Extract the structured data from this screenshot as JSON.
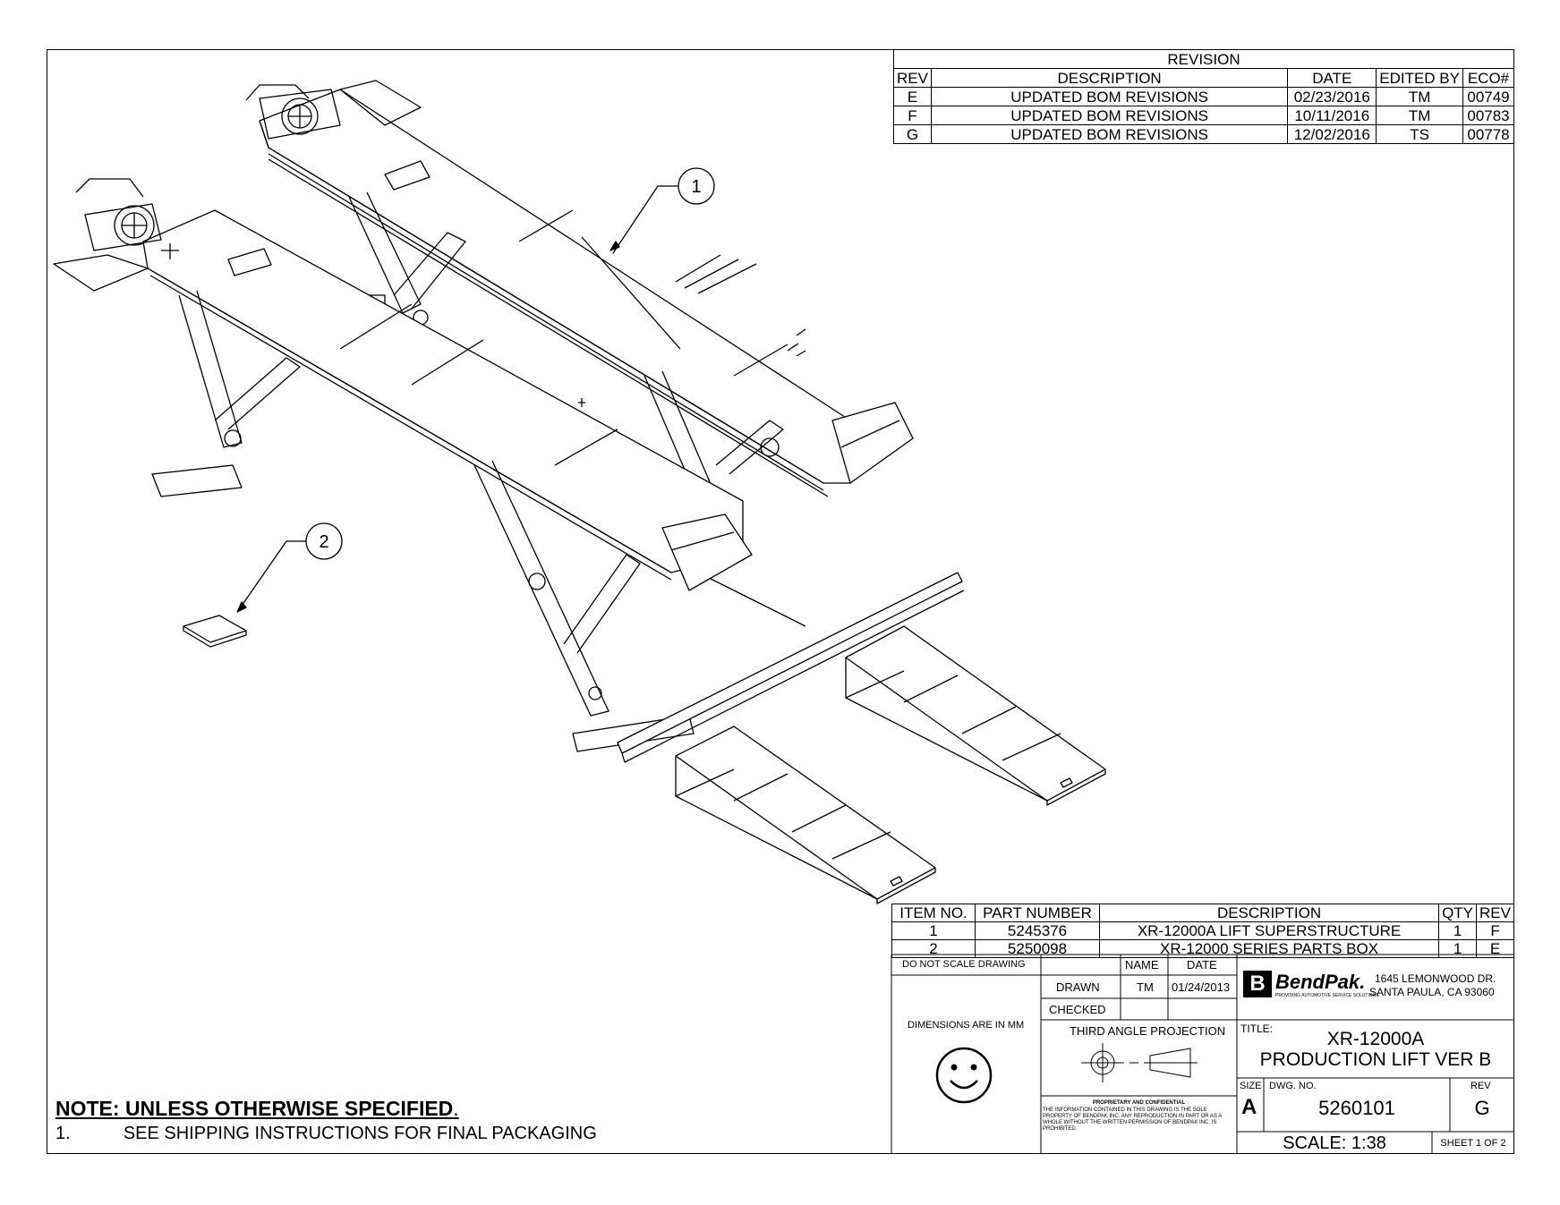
{
  "revision": {
    "title": "REVISION",
    "headers": [
      "REV",
      "DESCRIPTION",
      "DATE",
      "EDITED BY",
      "ECO#"
    ],
    "rows": [
      [
        "E",
        "UPDATED BOM REVISIONS",
        "02/23/2016",
        "TM",
        "00749"
      ],
      [
        "F",
        "UPDATED BOM REVISIONS",
        "10/11/2016",
        "TM",
        "00783"
      ],
      [
        "G",
        "UPDATED BOM REVISIONS",
        "12/02/2016",
        "TS",
        "00778"
      ]
    ]
  },
  "bom": {
    "headers": [
      "ITEM NO.",
      "PART NUMBER",
      "DESCRIPTION",
      "QTY",
      "REV"
    ],
    "rows": [
      [
        "1",
        "5245376",
        "XR-12000A LIFT SUPERSTRUCTURE",
        "1",
        "F"
      ],
      [
        "2",
        "5250098",
        "XR-12000 SERIES PARTS BOX",
        "1",
        "E"
      ]
    ]
  },
  "balloons": [
    "1",
    "2"
  ],
  "title_block": {
    "do_not_scale": "DO NOT SCALE DRAWING",
    "dimensions": "DIMENSIONS ARE IN MM",
    "name_label": "NAME",
    "date_label": "DATE",
    "drawn_label": "DRAWN",
    "drawn_name": "TM",
    "drawn_date": "01/24/2013",
    "checked_label": "CHECKED",
    "projection": "THIRD ANGLE PROJECTION",
    "company_logo": "BendPak.",
    "company_tagline": "PROVIDING AUTOMOTIVE SERVICE SOLUTIONS",
    "address_line1": "1645 LEMONWOOD DR.",
    "address_line2": "SANTA PAULA, CA 93060",
    "title_label": "TITLE:",
    "title_line1": "XR-12000A",
    "title_line2": "PRODUCTION LIFT VER B",
    "proprietary_head": "PROPRIETARY AND CONFIDENTIAL",
    "proprietary_text": "THE INFORMATION CONTAINED IN THIS DRAWING IS THE SOLE PROPERTY OF BENDPAK INC. ANY REPRODUCTION IN PART OR AS A WHOLE WITHOUT THE WRITTEN PERMISSION OF BENDPAK INC. IS PROHIBITED.",
    "size_label": "SIZE",
    "size_value": "A",
    "dwg_label": "DWG. NO.",
    "dwg_value": "5260101",
    "rev_label": "REV",
    "rev_value": "G",
    "scale": "SCALE: 1:38",
    "sheet": "SHEET 1 OF 2"
  },
  "notes": {
    "heading": "NOTE: UNLESS OTHERWISE SPECIFIED",
    "items": [
      {
        "num": "1.",
        "text": "SEE SHIPPING INSTRUCTIONS FOR FINAL PACKAGING"
      }
    ]
  }
}
